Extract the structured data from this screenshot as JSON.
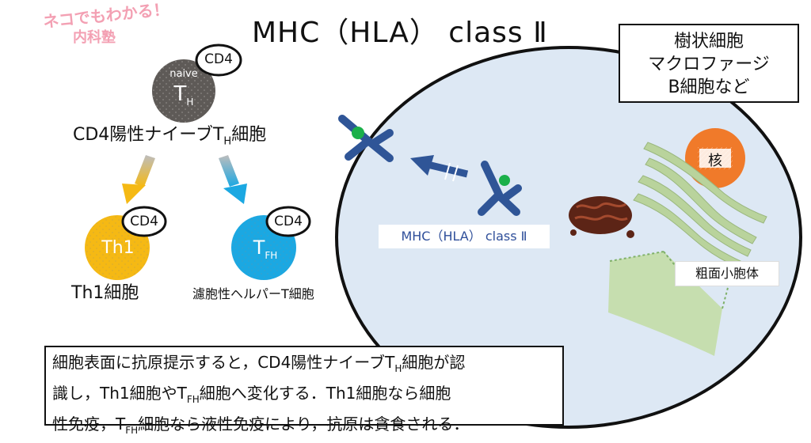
{
  "logo": {
    "line1": "ネコでもわかる！",
    "line2": "内科塾"
  },
  "title": "MHC（HLA） class Ⅱ",
  "cell_types_box": [
    "樹状細胞",
    "マクロファージ",
    "B細胞など"
  ],
  "naive_cell": {
    "label_top": "naive",
    "symbol": "T",
    "symbol_sub": "H",
    "marker": "CD4",
    "caption_pre": "CD4陽性ナイーブT",
    "caption_sub": "H",
    "caption_post": "細胞"
  },
  "th1_cell": {
    "symbol": "Th1",
    "marker": "CD4",
    "caption": "Th1細胞"
  },
  "tfh_cell": {
    "symbol": "T",
    "symbol_sub": "FH",
    "marker": "CD4",
    "caption": "濾胞性ヘルパーT細胞"
  },
  "apc": {
    "mhc_label": "MHC（HLA） class Ⅱ",
    "nucleus_label": "核",
    "er_label": "粗面小胞体"
  },
  "explanation": {
    "p1": "細胞表面に抗原提示すると，CD4陽性ナイーブT",
    "p1_sub": "H",
    "p1_post": "細胞が認",
    "p2": "識し，Th1細胞やT",
    "p2_sub": "FH",
    "p2_post": "細胞へ変化する．Th1細胞なら細胞",
    "p3": "性免疫，T",
    "p3_sub": "FH",
    "p3_post": "細胞なら液性免疫により，抗原は貪食される．"
  },
  "colors": {
    "naive": "#5e5a57",
    "th1": "#f5b914",
    "tfh": "#1ba8e2",
    "cell_fill": "#dde8f4",
    "mhc": "#2f5597",
    "antigen": "#1bb04a",
    "nucleus": "#f07a2a",
    "er": "#b9d39c",
    "mito": "#5c2416"
  }
}
